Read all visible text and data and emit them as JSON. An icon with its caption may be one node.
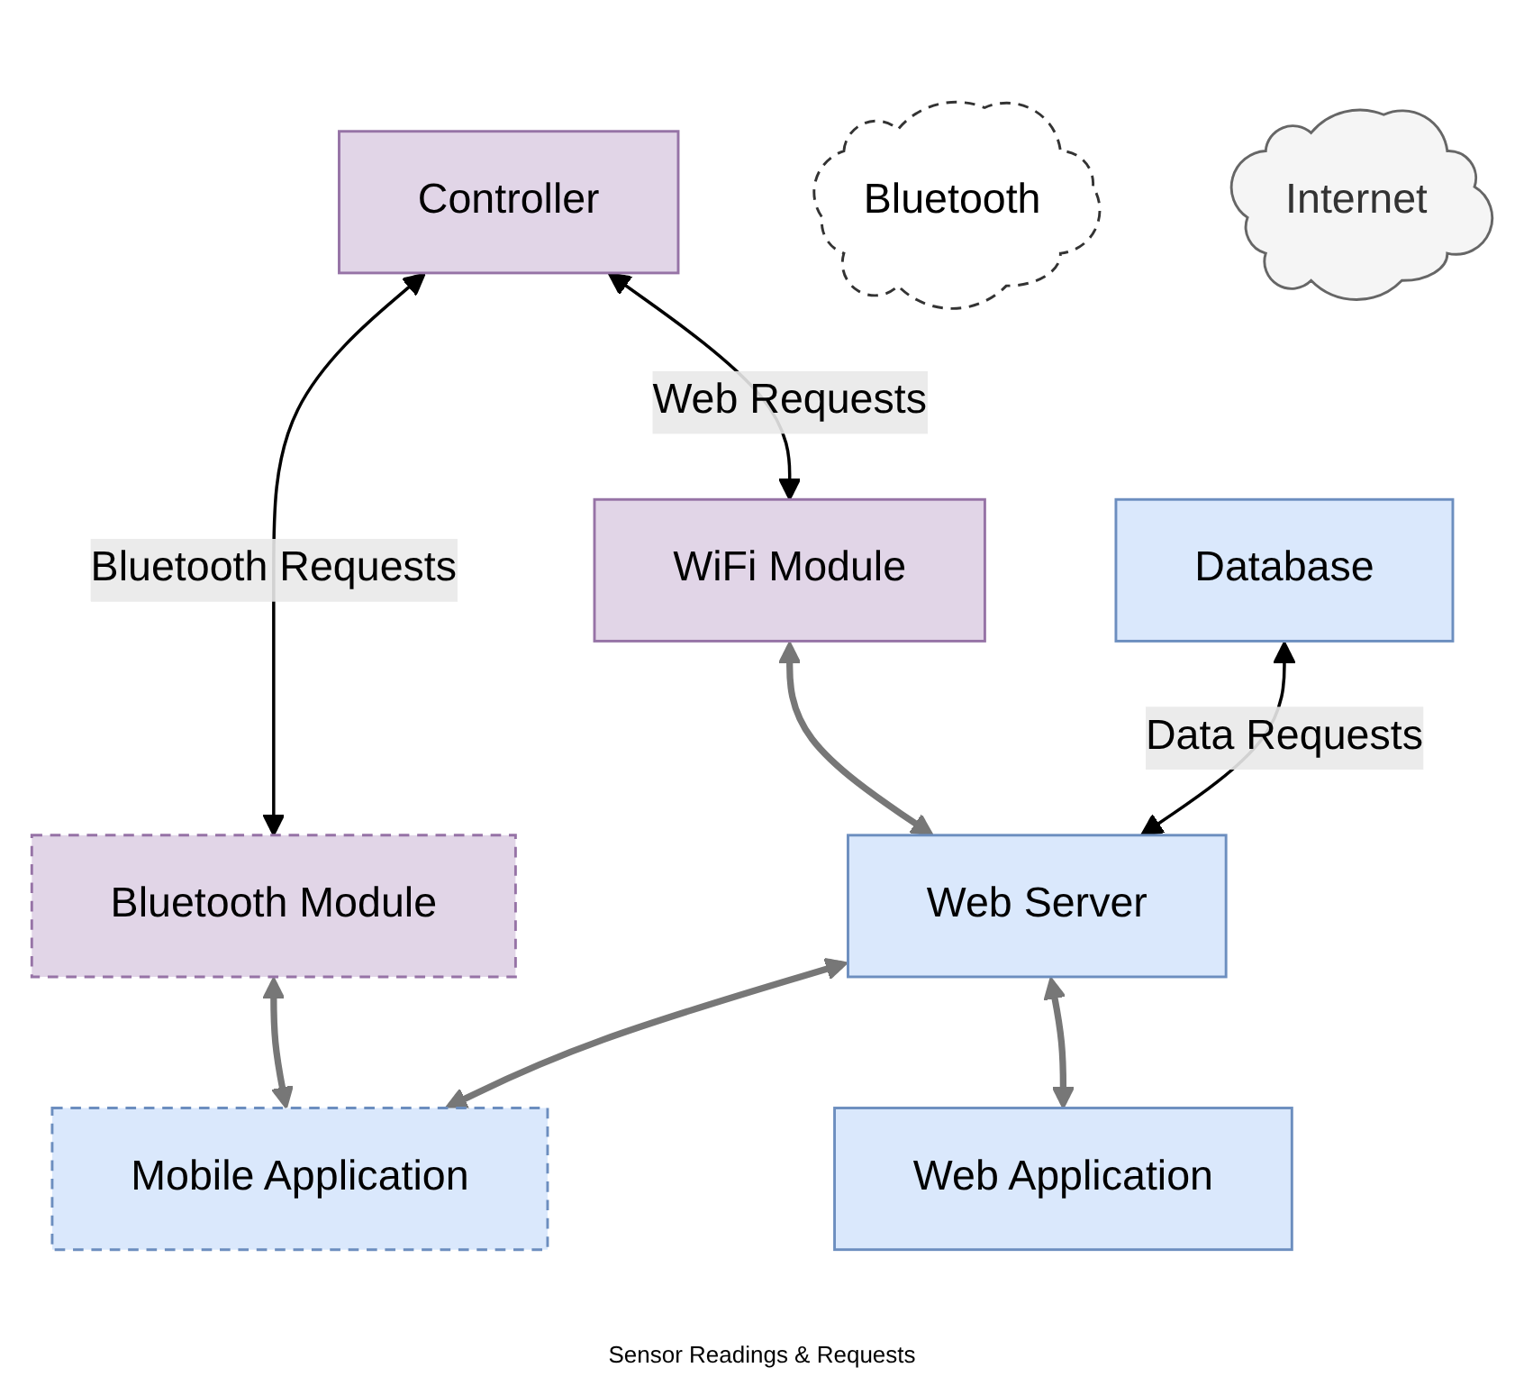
{
  "diagram": {
    "nodes": [
      {
        "text": [
          "Controller"
        ]
      },
      {
        "text": [
          "Bluetooth Module"
        ]
      },
      {
        "text": [
          "WiFi Module"
        ]
      },
      {
        "text": [
          "Bluetooth"
        ]
      },
      {
        "text": [
          "Internet"
        ]
      },
      {
        "text": [
          "Mobile Application"
        ]
      },
      {
        "text": [
          "Web Application"
        ]
      },
      {
        "text": [
          "Database"
        ]
      },
      {
        "text": [
          "Web Server"
        ]
      }
    ],
    "edges": [
      {
        "from": 0,
        "to": 1,
        "arrow": "both",
        "label": "Bluetooth Requests",
        "color": "#000000"
      },
      {
        "from": 0,
        "to": 2,
        "arrow": "both",
        "label": "Web Requests",
        "color": "#000000"
      },
      {
        "from": 1,
        "to": 5,
        "arrow": "both"
      },
      {
        "from": 2,
        "to": 8,
        "arrow": "both"
      },
      {
        "from": 8,
        "to": 5,
        "arrow": "both"
      },
      {
        "from": 8,
        "to": 6,
        "arrow": "both"
      },
      {
        "from": 7,
        "to": 8,
        "arrow": "both",
        "label": "Data Requests",
        "color": "#000000"
      }
    ],
    "labels": [
      "Sensor Readings & Requests"
    ]
  }
}
